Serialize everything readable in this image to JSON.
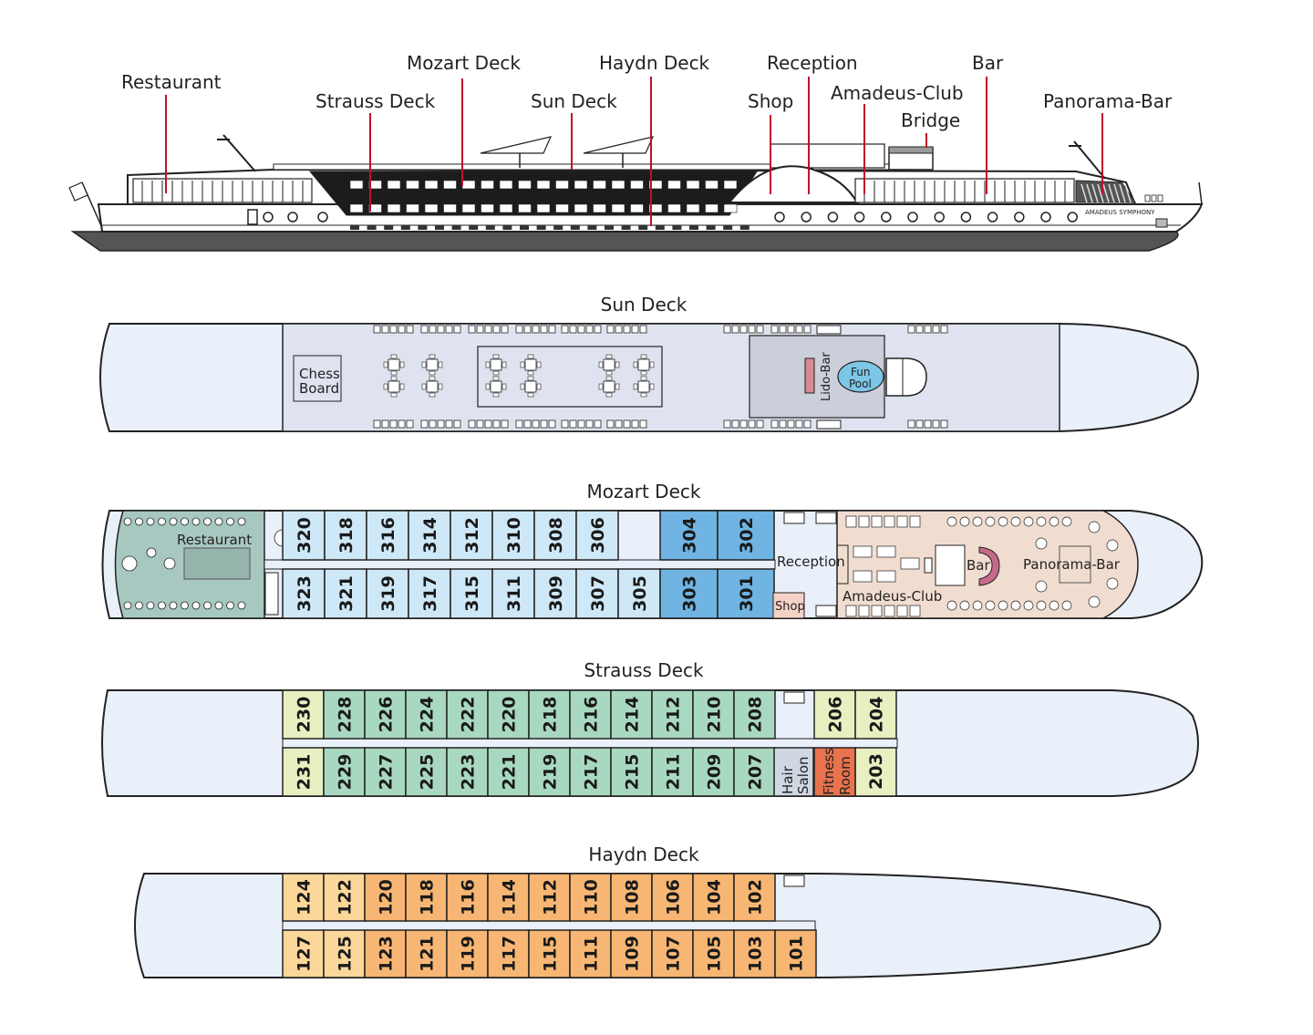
{
  "colors": {
    "hull_fill": "#eaf0f9",
    "sun_deck_area": "#dfe3f0",
    "lido_area": "#cbcfd9",
    "mozart_cabin": "#cfe8f7",
    "mozart_suite": "#6fb4e2",
    "restaurant": "#a7c8c0",
    "panorama": "#f1ddd0",
    "shop": "#f6d1c6",
    "strauss_cabin": "#a8d8c0",
    "strauss_end": "#e8efc0",
    "hair_salon": "#cfd8e2",
    "fitness": "#e8734e",
    "haydn_light": "#fcd79a",
    "haydn_dark": "#f7b673",
    "leader_line": "#c0102a"
  },
  "profile": {
    "ship_name": "AMADEUS SYMPHONY",
    "labels": {
      "restaurant": "Restaurant",
      "strauss": "Strauss Deck",
      "mozart": "Mozart Deck",
      "sun": "Sun Deck",
      "haydn": "Haydn Deck",
      "shop": "Shop",
      "reception": "Reception",
      "amadeus_club": "Amadeus-Club",
      "bridge": "Bridge",
      "bar": "Bar",
      "panorama_bar": "Panorama-Bar"
    }
  },
  "sun_deck": {
    "title": "Sun Deck",
    "chess_line1": "Chess",
    "chess_line2": "Board",
    "lido_bar": "Lido-Bar",
    "pool_line1": "Fun",
    "pool_line2": "Pool"
  },
  "mozart_deck": {
    "title": "Mozart Deck",
    "restaurant": "Restaurant",
    "reception": "Reception",
    "shop": "Shop",
    "amadeus_club": "Amadeus-Club",
    "bar": "Bar",
    "panorama_bar": "Panorama-Bar",
    "top_row": [
      "320",
      "318",
      "316",
      "314",
      "312",
      "310",
      "308",
      "306",
      "304",
      "302"
    ],
    "bottom_row": [
      "323",
      "321",
      "319",
      "317",
      "315",
      "311",
      "309",
      "307",
      "305",
      "303",
      "301"
    ]
  },
  "strauss_deck": {
    "title": "Strauss Deck",
    "top_row": [
      "230",
      "228",
      "226",
      "224",
      "222",
      "220",
      "218",
      "216",
      "214",
      "212",
      "210",
      "208"
    ],
    "top_right": [
      "206",
      "204"
    ],
    "bottom_row": [
      "231",
      "229",
      "227",
      "225",
      "223",
      "221",
      "219",
      "217",
      "215",
      "211",
      "209",
      "207"
    ],
    "hair_line1": "Hair",
    "hair_line2": "Salon",
    "fitness_line1": "Fitness",
    "fitness_line2": "Room",
    "bottom_right": "203"
  },
  "haydn_deck": {
    "title": "Haydn Deck",
    "top_row": [
      "124",
      "122",
      "120",
      "118",
      "116",
      "114",
      "112",
      "110",
      "108",
      "106",
      "104",
      "102"
    ],
    "bottom_row": [
      "127",
      "125",
      "123",
      "121",
      "119",
      "117",
      "115",
      "111",
      "109",
      "107",
      "105",
      "103",
      "101"
    ]
  }
}
